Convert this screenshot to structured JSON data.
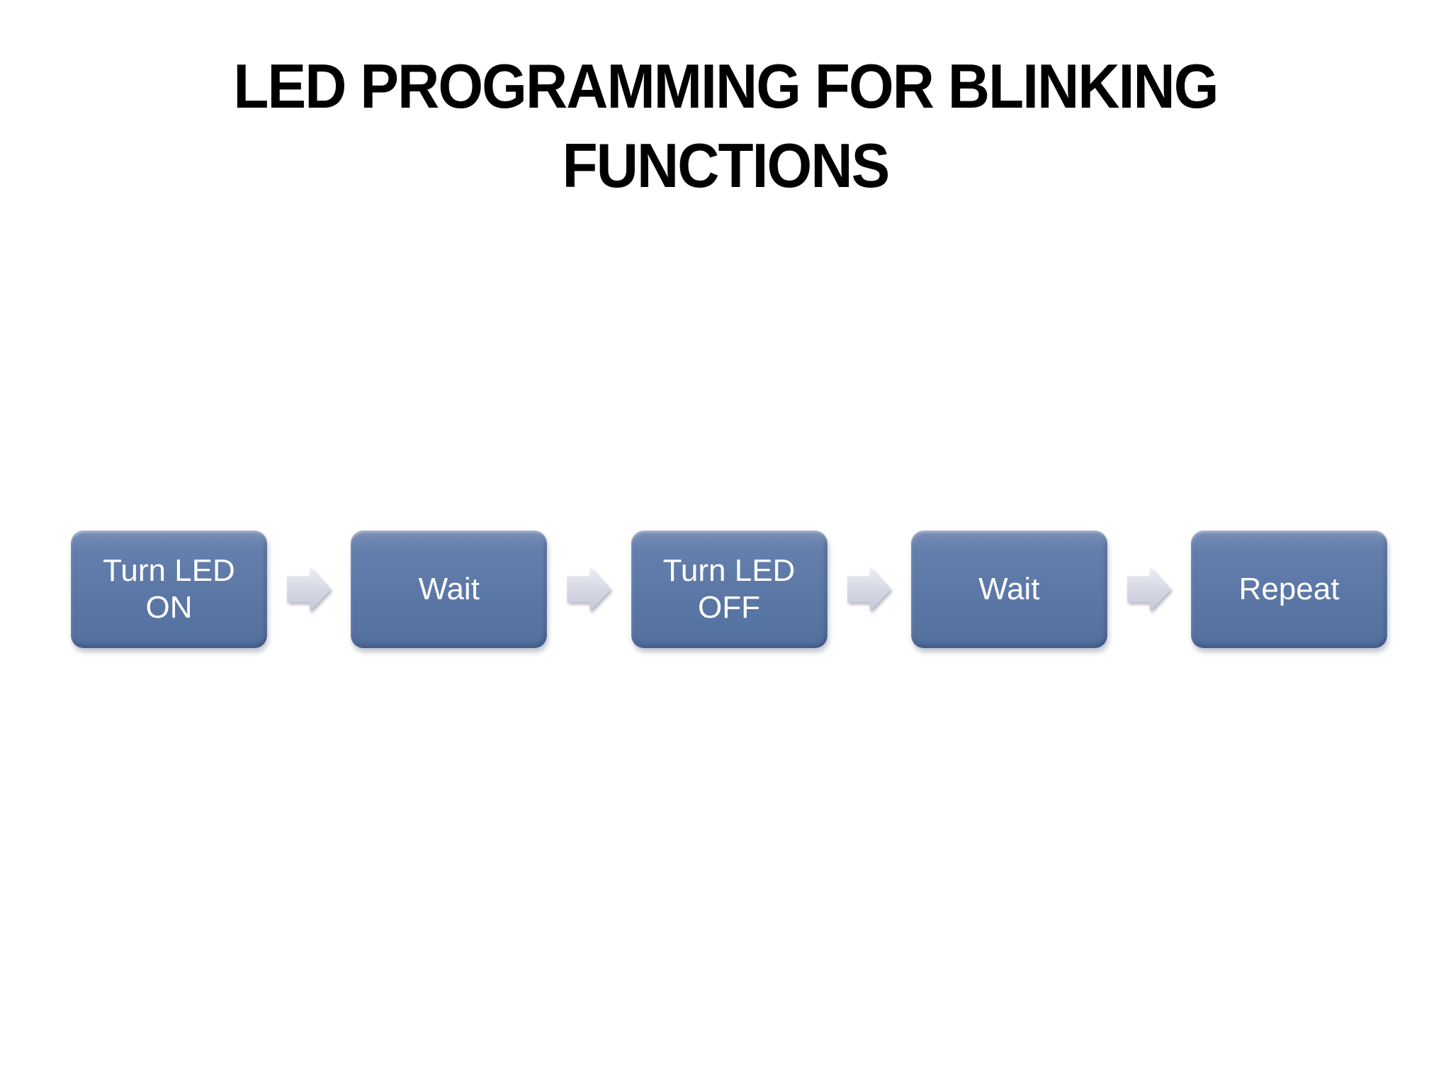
{
  "slide": {
    "background_color": "#ffffff",
    "title": {
      "text": "LED PROGRAMMING FOR BLINKING FUNCTIONS",
      "lines": [
        "LED PROGRAMMING FOR BLINKING",
        "FUNCTIONS"
      ],
      "color": "#000000"
    },
    "flow": {
      "type": "horizontal-process",
      "steps": [
        {
          "label": "Turn LED ON"
        },
        {
          "label": "Wait"
        },
        {
          "label": "Turn LED OFF"
        },
        {
          "label": "Wait"
        },
        {
          "label": "Repeat"
        }
      ],
      "connector_icon": "right-block-arrow",
      "colors": {
        "box_fill": "#5b77a6",
        "box_fill_highlight": "#7a90b6",
        "box_fill_shadow": "#52709e",
        "box_text": "#ffffff",
        "arrow_fill": "#d8dae5",
        "arrow_edge": "#a9acbd"
      }
    }
  }
}
